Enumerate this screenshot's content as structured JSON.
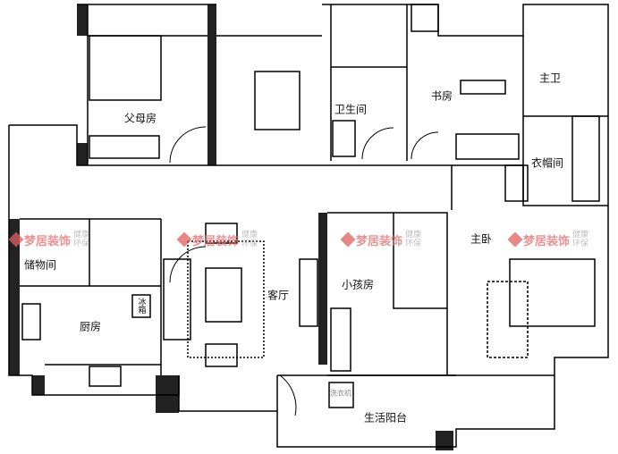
{
  "rooms": {
    "parents_room": "父母房",
    "bathroom": "卫生间",
    "study": "书房",
    "master_bath": "主卫",
    "walk_in_closet": "衣帽间",
    "master_bedroom": "主卧",
    "kids_room": "小孩房",
    "living_room": "客厅",
    "kitchen": "厨房",
    "storage": "储物间",
    "utility_balcony": "生活阳台"
  },
  "appliances": {
    "washing_machine": "洗衣机",
    "fridge": "冰箱"
  },
  "watermark": {
    "brand": "梦居装饰",
    "tag1": "健康",
    "tag2": "环保"
  }
}
